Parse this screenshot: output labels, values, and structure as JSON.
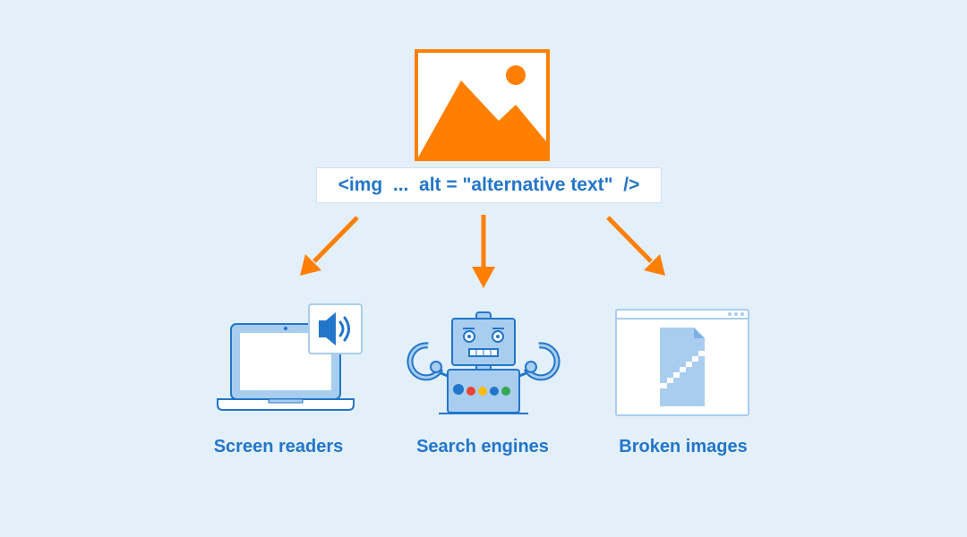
{
  "code_snippet": "<img  ...  alt = \"alternative text\"  />",
  "targets": [
    {
      "label": "Screen readers",
      "icon": "laptop-speaker-icon"
    },
    {
      "label": "Search engines",
      "icon": "robot-icon"
    },
    {
      "label": "Broken images",
      "icon": "broken-image-icon"
    }
  ],
  "colors": {
    "background": "#e3eff9",
    "orange": "#ff7f00",
    "blue": "#2276c9",
    "light_blue": "#a9cdef"
  }
}
